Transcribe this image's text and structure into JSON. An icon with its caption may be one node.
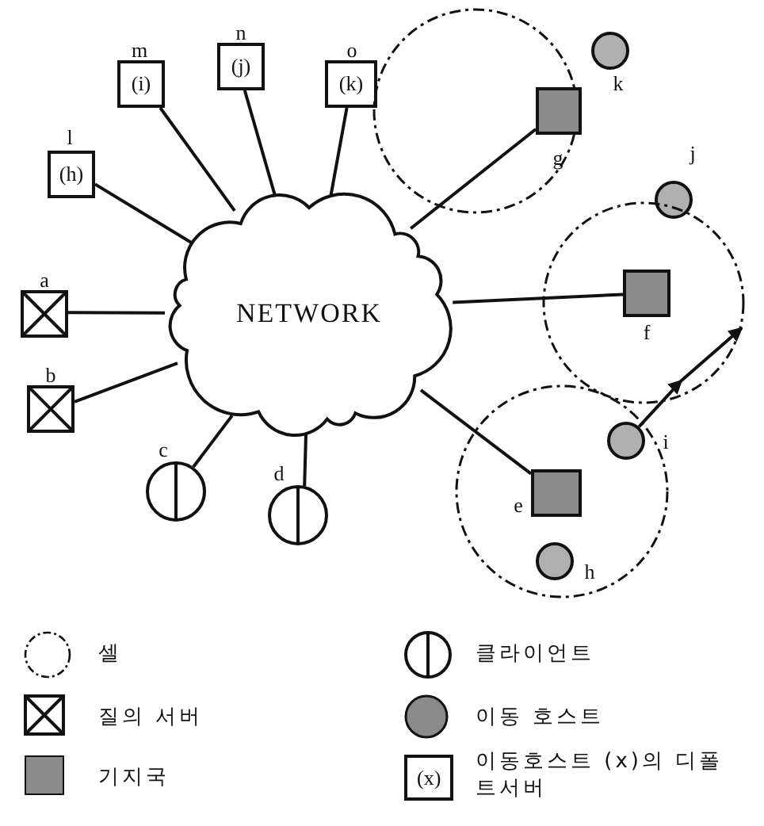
{
  "diagram": {
    "nodes": [
      {
        "text": [
          "NETWORK"
        ]
      },
      {
        "text": [
          "(h)"
        ],
        "beside": [
          "l"
        ]
      },
      {
        "text": [
          "(i)"
        ],
        "beside": [
          "m"
        ]
      },
      {
        "text": [
          "(j)"
        ],
        "beside": [
          "n"
        ]
      },
      {
        "text": [
          "(k)"
        ],
        "beside": [
          "o"
        ]
      },
      {
        "text": [],
        "shape": "box",
        "beside": [
          "a"
        ]
      },
      {
        "text": [],
        "shape": "box",
        "beside": [
          "b"
        ]
      },
      {
        "text": [],
        "shape": "circle",
        "beside": [
          "c"
        ]
      },
      {
        "text": [],
        "shape": "circle",
        "beside": [
          "d"
        ]
      },
      {
        "text": [],
        "shape": "circle"
      },
      {
        "text": [],
        "shape": "box",
        "beside": [
          "g"
        ],
        "in": 9
      },
      {
        "text": [],
        "shape": "circle",
        "beside": [
          "k"
        ]
      },
      {
        "text": [],
        "shape": "circle",
        "beside": [
          "j"
        ]
      },
      {
        "text": [],
        "shape": "circle"
      },
      {
        "text": [],
        "shape": "box",
        "beside": [
          "f"
        ],
        "in": 13
      },
      {
        "text": [],
        "shape": "circle"
      },
      {
        "text": [],
        "shape": "box",
        "beside": [
          "e"
        ],
        "in": 15
      },
      {
        "text": [],
        "shape": "circle",
        "beside": [
          "i"
        ],
        "in": 15
      },
      {
        "text": [],
        "shape": "circle",
        "beside": [
          "h"
        ],
        "in": 15
      }
    ],
    "edges": [
      {
        "from": 1,
        "to": 0,
        "arrow": "none"
      },
      {
        "from": 2,
        "to": 0,
        "arrow": "none"
      },
      {
        "from": 3,
        "to": 0,
        "arrow": "none"
      },
      {
        "from": 4,
        "to": 0,
        "arrow": "none"
      },
      {
        "from": 5,
        "to": 0,
        "arrow": "none"
      },
      {
        "from": 6,
        "to": 0,
        "arrow": "none"
      },
      {
        "from": 7,
        "to": 0,
        "arrow": "none"
      },
      {
        "from": 8,
        "to": 0,
        "arrow": "none"
      },
      {
        "from": 0,
        "to": 10,
        "arrow": "none"
      },
      {
        "from": 0,
        "to": 14,
        "arrow": "none"
      },
      {
        "from": 0,
        "to": 16,
        "arrow": "none"
      },
      {
        "from": 17,
        "to": 13,
        "arrow": "to"
      }
    ],
    "labels": [
      "(x)"
    ],
    "legend": [
      {
        "text": "셀"
      },
      {
        "text": "클라이언트"
      },
      {
        "text": "질의 서버"
      },
      {
        "text": "이동 호스트"
      },
      {
        "text": "기지국"
      },
      {
        "text": "이동호스트 (x)의 디폴트서버"
      }
    ]
  }
}
